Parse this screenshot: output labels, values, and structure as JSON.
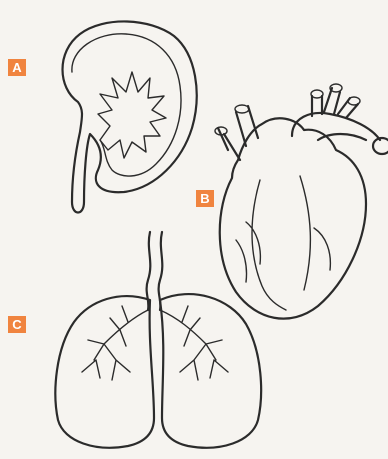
{
  "labels": {
    "a": "A",
    "b": "B",
    "c": "C"
  },
  "colors": {
    "badge": "#f0843f",
    "stroke": "#2b2b2b",
    "background": "#f6f4f0"
  }
}
